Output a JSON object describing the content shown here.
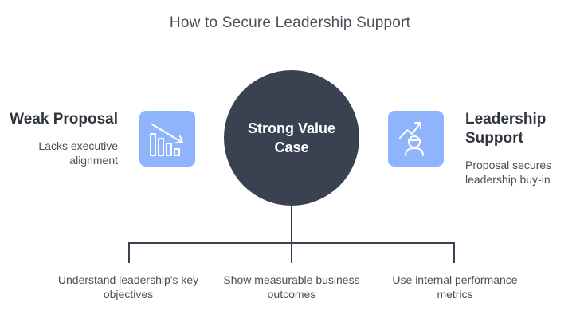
{
  "title": "How to Secure Leadership Support",
  "left": {
    "heading": "Weak Proposal",
    "description": "Lacks executive alignment",
    "icon": "declining-bar-chart-icon"
  },
  "center": {
    "label": "Strong Value Case"
  },
  "right": {
    "heading": "Leadership Support",
    "description": "Proposal secures leadership buy-in",
    "icon": "growth-person-icon"
  },
  "branches": [
    {
      "label": "Understand leadership's key objectives"
    },
    {
      "label": "Show measurable business outcomes"
    },
    {
      "label": "Use internal performance metrics"
    }
  ],
  "colors": {
    "hub": "#3a4252",
    "tile": "#8fb4fb",
    "line": "#3a4252"
  }
}
